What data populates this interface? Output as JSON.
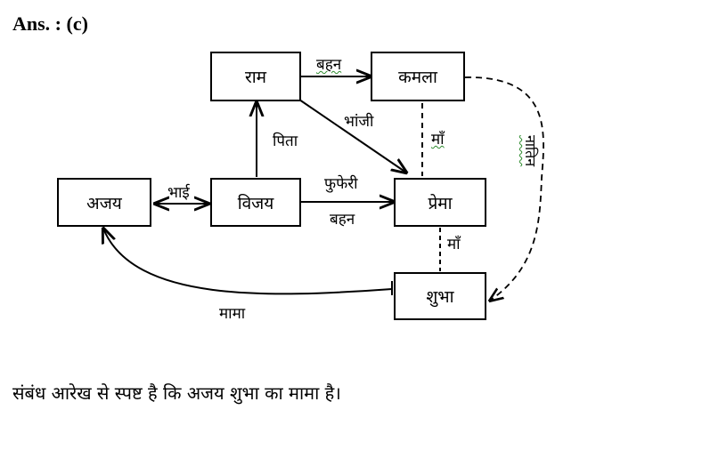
{
  "heading": "Ans. : (c)",
  "nodes": {
    "ram": "राम",
    "kamla": "कमला",
    "ajay": "अजय",
    "vijay": "विजय",
    "prema": "प्रेमा",
    "shubha": "शुभा"
  },
  "edges": {
    "ram_kamla": "बहन",
    "ram_prema": "भांजी",
    "vijay_ram": "पिता",
    "ajay_vijay": "भाई",
    "vijay_prema_top": "फुफेरी",
    "vijay_prema_bottom": "बहन",
    "kamla_prema": "माँ",
    "prema_shubha": "माँ",
    "kamla_shubha": "नातिन",
    "shubha_ajay": "मामा"
  },
  "conclusion": "संबंध आरेख से स्पष्ट है कि अजय शुभा का मामा है।"
}
